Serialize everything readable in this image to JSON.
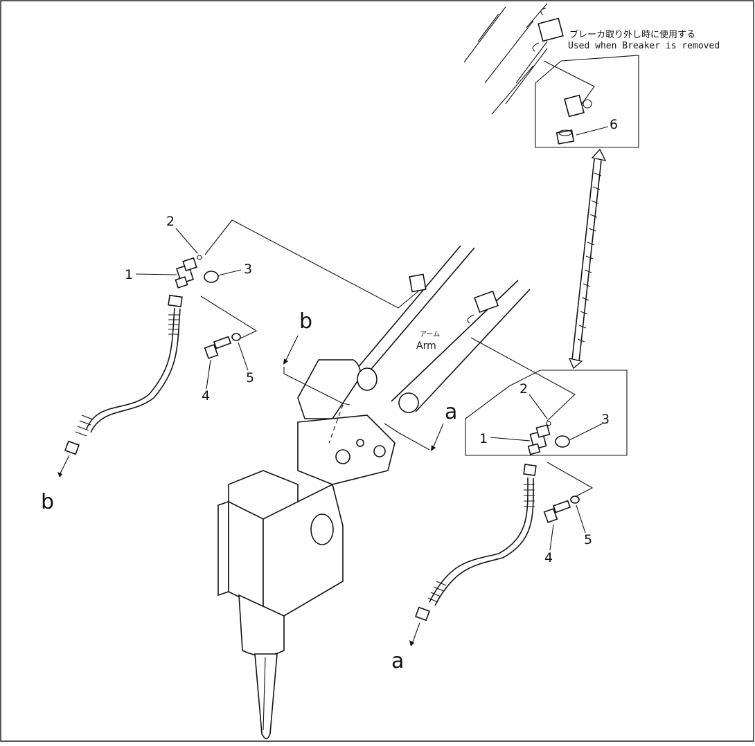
{
  "note": {
    "jp": "ブレーカ取り外し時に使用する",
    "en": "Used  when  Breaker  is  removed"
  },
  "arm_label": {
    "jp": "アーム",
    "en": "Arm"
  },
  "callouts_left": {
    "p1": "1",
    "p2": "2",
    "p3": "3",
    "p4": "4",
    "p5": "5"
  },
  "callouts_right": {
    "p1": "1",
    "p2": "2",
    "p3": "3",
    "p4": "4",
    "p5": "5"
  },
  "callouts_detail": {
    "p6": "6"
  },
  "connection_marks": {
    "b_top": "b",
    "b_bottom": "b",
    "a_top": "a",
    "a_bottom": "a"
  }
}
